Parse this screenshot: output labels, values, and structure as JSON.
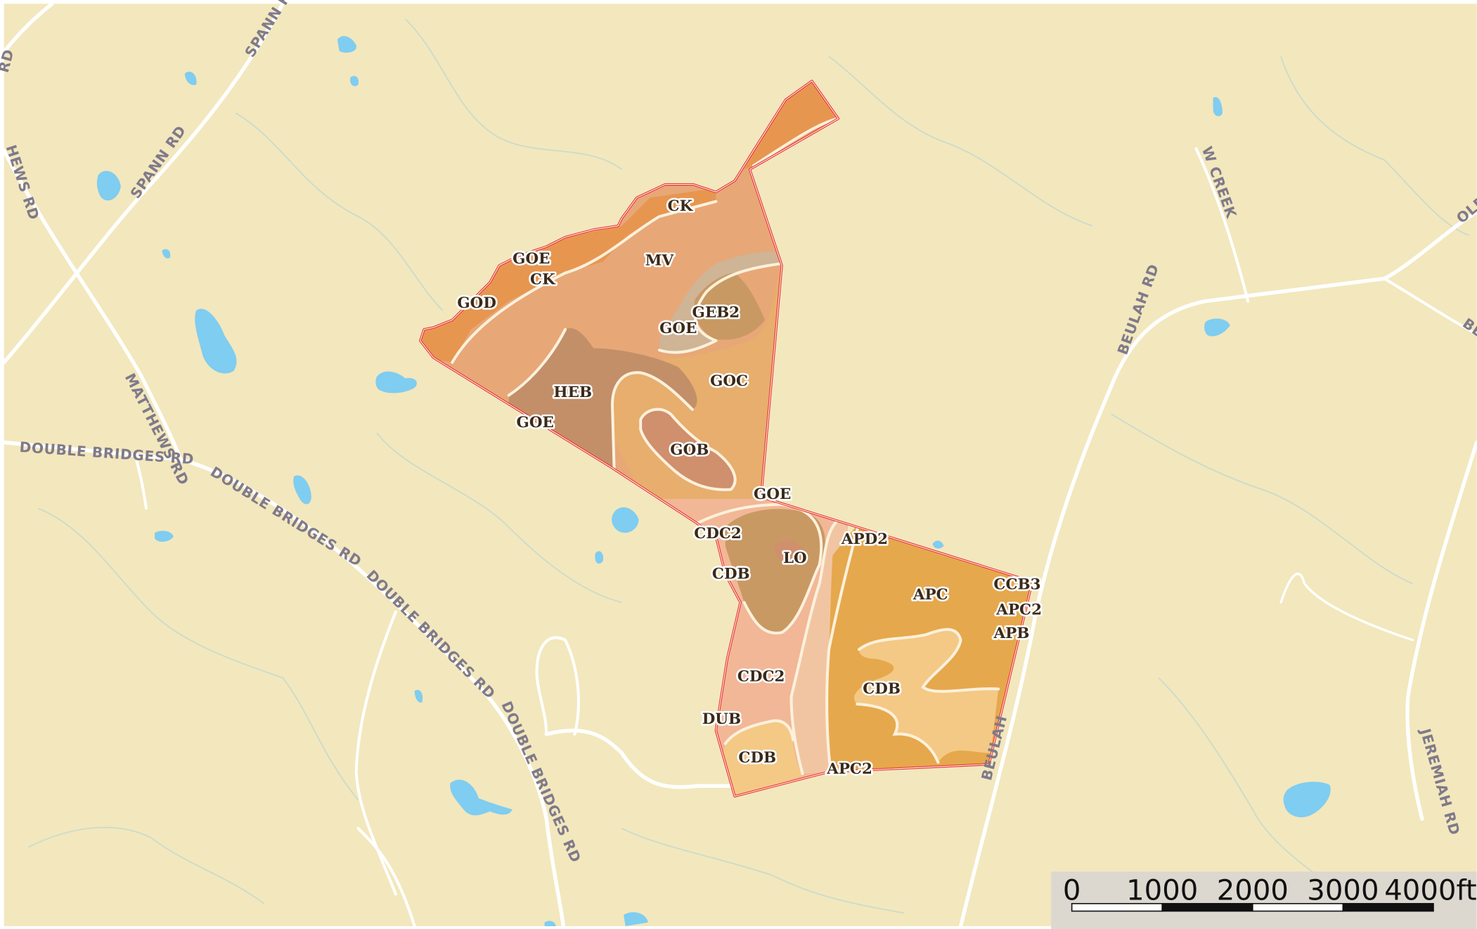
{
  "map": {
    "colors": {
      "background": "#f3e7bd",
      "water": "#7fcdf0",
      "road": "#ffffff",
      "stream": "#c9dbcc",
      "parcel_outline": "#e8302a",
      "soil_boundary": "#fbf1dc",
      "scale_panel": "#dcd8d0"
    },
    "soil_colors": {
      "orange_dark": "#e79650",
      "salmon": "#e8a777",
      "tan_light": "#e7ae6d",
      "brown": "#c38f68",
      "brown_tan": "#c99963",
      "rose_brown": "#d08f6d",
      "grey_tan": "#cfb495",
      "golden": "#e6a84d",
      "peach": "#f2b796",
      "pale_peach": "#f2c5a2",
      "yellow_light": "#f4c985"
    },
    "roads": [
      "SPANN RD",
      "MATTHEWS RD",
      "DOUBLE BRIDGES RD",
      "DOUBLE BRIDGES RD",
      "DOUBLE BRIDGES RD",
      "DOUBLE BRIDGES RD",
      "BEULAH RD",
      "W CREEK",
      "JEREMIAH RD",
      "OLD",
      "BE",
      "BEULAH",
      "HEWS RD",
      "RD"
    ],
    "soil_labels": [
      "CK",
      "GOE",
      "CK",
      "MV",
      "GOD",
      "GEB2",
      "GOE",
      "HEB",
      "GOC",
      "GOE",
      "GOB",
      "GOE",
      "CDC2",
      "APD2",
      "LO",
      "CDB",
      "APC",
      "CCB3",
      "APC2",
      "APB",
      "CDC2",
      "CDB",
      "DUB",
      "CDB",
      "APC2"
    ]
  },
  "scale_bar": {
    "ticks": [
      "0",
      "1000",
      "2000",
      "3000",
      "4000ft"
    ]
  }
}
